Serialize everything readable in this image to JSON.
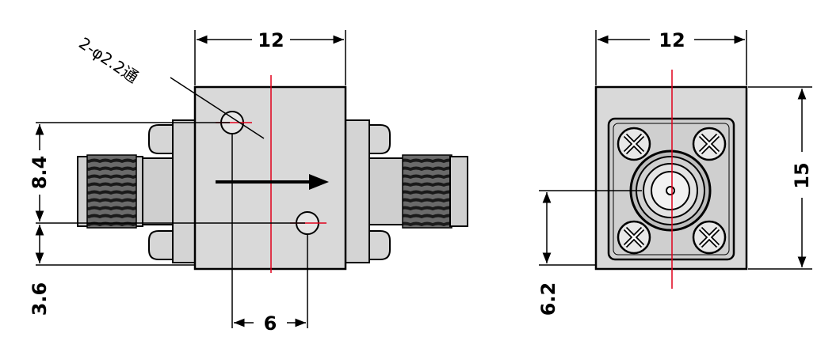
{
  "colors": {
    "line": "#000000",
    "centerline": "#e0001b",
    "body_fill": "#d6d6d6",
    "connector_fill": "#c8c8c8",
    "thread_fill": "#3a3a3a",
    "background": "#ffffff"
  },
  "side_view": {
    "width_label": "12",
    "hole_note": "2-φ2.2通",
    "left_label_upper": "8.4",
    "left_label_lower": "3.6",
    "bottom_label": "6"
  },
  "end_view": {
    "width_label": "12",
    "height_label": "15",
    "center_label": "6.2"
  }
}
